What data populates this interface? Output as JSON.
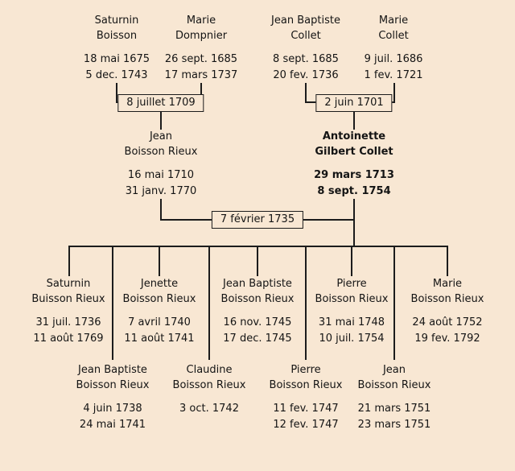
{
  "colors": {
    "background": "#f8e7d3",
    "line": "#1c1c1c",
    "text": "#141414"
  },
  "generation1": [
    {
      "name1": "Saturnin",
      "name2": "Boisson",
      "birth": "18 mai 1675",
      "death": "5 dec. 1743"
    },
    {
      "name1": "Marie",
      "name2": "Dompnier",
      "birth": "26 sept. 1685",
      "death": "17 mars 1737"
    },
    {
      "name1": "Jean Baptiste",
      "name2": "Collet",
      "birth": "8 sept. 1685",
      "death": "20 fev. 1736"
    },
    {
      "name1": "Marie",
      "name2": "Collet",
      "birth": "9 juil. 1686",
      "death": "1 fev. 1721"
    }
  ],
  "marriages": [
    {
      "date": "8 juillet 1709"
    },
    {
      "date": "2 juin 1701"
    },
    {
      "date": "7 février 1735"
    }
  ],
  "generation2": [
    {
      "name1": "Jean",
      "name2": "Boisson Rieux",
      "birth": "16 mai 1710",
      "death": "31 janv. 1770"
    },
    {
      "name1": "Antoinette",
      "name2": "Gilbert Collet",
      "birth": "29 mars 1713",
      "death": "8 sept. 1754"
    }
  ],
  "generation3_row1": [
    {
      "name1": "Saturnin",
      "name2": "Buisson Rieux",
      "birth": "31 juil. 1736",
      "death": "11 août 1769"
    },
    {
      "name1": "Jenette",
      "name2": "Boisson Rieux",
      "birth": "7 avril 1740",
      "death": "11 août 1741"
    },
    {
      "name1": "Jean Baptiste",
      "name2": "Boisson Rieux",
      "birth": "16 nov. 1745",
      "death": "17 dec. 1745"
    },
    {
      "name1": "Pierre",
      "name2": "Boisson Rieux",
      "birth": "31 mai 1748",
      "death": "10 juil. 1754"
    },
    {
      "name1": "Marie",
      "name2": "Boisson Rieux",
      "birth": "24 août 1752",
      "death": "19 fev. 1792"
    }
  ],
  "generation3_row2": [
    {
      "name1": "Jean Baptiste",
      "name2": "Boisson Rieux",
      "birth": "4 juin 1738",
      "death": "24 mai 1741"
    },
    {
      "name1": "Claudine",
      "name2": "Boisson Rieux",
      "birth": "3 oct. 1742",
      "death": ""
    },
    {
      "name1": "Pierre",
      "name2": "Boisson Rieux",
      "birth": "11 fev. 1747",
      "death": "12 fev. 1747"
    },
    {
      "name1": "Jean",
      "name2": "Boisson Rieux",
      "birth": "21 mars 1751",
      "death": "23 mars 1751"
    }
  ]
}
